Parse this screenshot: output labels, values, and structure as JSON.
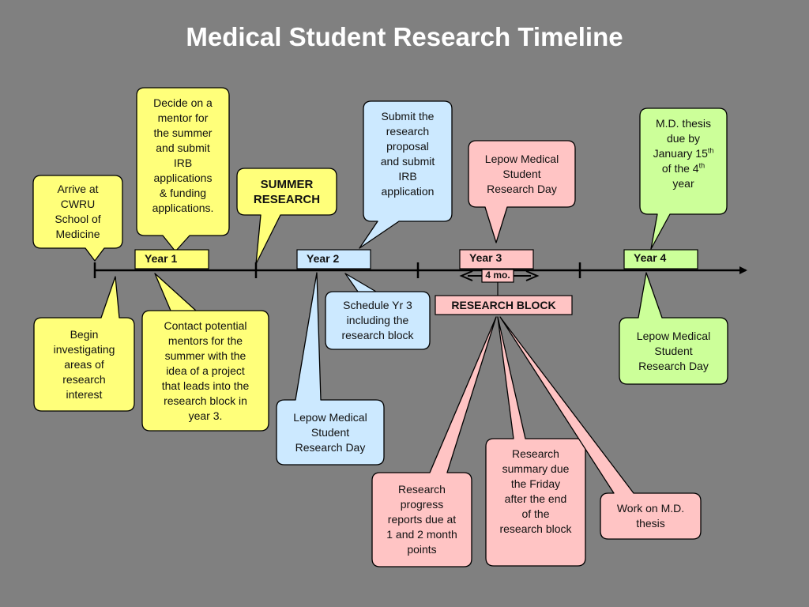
{
  "title": "Medical Student Research Timeline",
  "colors": {
    "background": "#808080",
    "yellow": "#FFFF7A",
    "blue": "#CCE9FF",
    "pink": "#FFC4C4",
    "green": "#CCFF99"
  },
  "years": {
    "y1": "Year 1",
    "y2": "Year 2",
    "y3": "Year 3",
    "y4": "Year 4"
  },
  "duration_label": "4 mo.",
  "research_block_label": "RESEARCH BLOCK",
  "callouts": {
    "arrive": "Arrive at\nCWRU\nSchool of\nMedicine",
    "decide_mentor": "Decide on a\nmentor for\nthe summer\nand submit\nIRB\napplications\n& funding\napplications.",
    "summer_research": "SUMMER\nRESEARCH",
    "submit_proposal": "Submit the\nresearch\nproposal\nand submit\nIRB\napplication",
    "lepow_y3": "Lepow Medical\nStudent\nResearch Day",
    "thesis_due": {
      "line1": "M.D. thesis",
      "line2": "due by",
      "line3_a": "January 15",
      "line3_sup": "th",
      "line4_a": "of the 4",
      "line4_sup": "th",
      "line5": "year"
    },
    "begin_investigating": "Begin\ninvestigating\nareas of\nresearch\ninterest",
    "contact_mentors": "Contact potential\nmentors for the\nsummer with the\nidea of a project\nthat leads into the\nresearch block in\nyear 3.",
    "schedule_y3": "Schedule Yr 3\nincluding the\nresearch block",
    "lepow_y2": "Lepow Medical\nStudent\nResearch Day",
    "lepow_y4": "Lepow Medical\nStudent\nResearch Day",
    "progress_reports": "Research\nprogress\nreports due at\n1 and 2 month\npoints",
    "summary_due": "Research\nsummary due\nthe Friday\nafter the end\nof the\nresearch block",
    "work_thesis": "Work on M.D.\nthesis"
  }
}
